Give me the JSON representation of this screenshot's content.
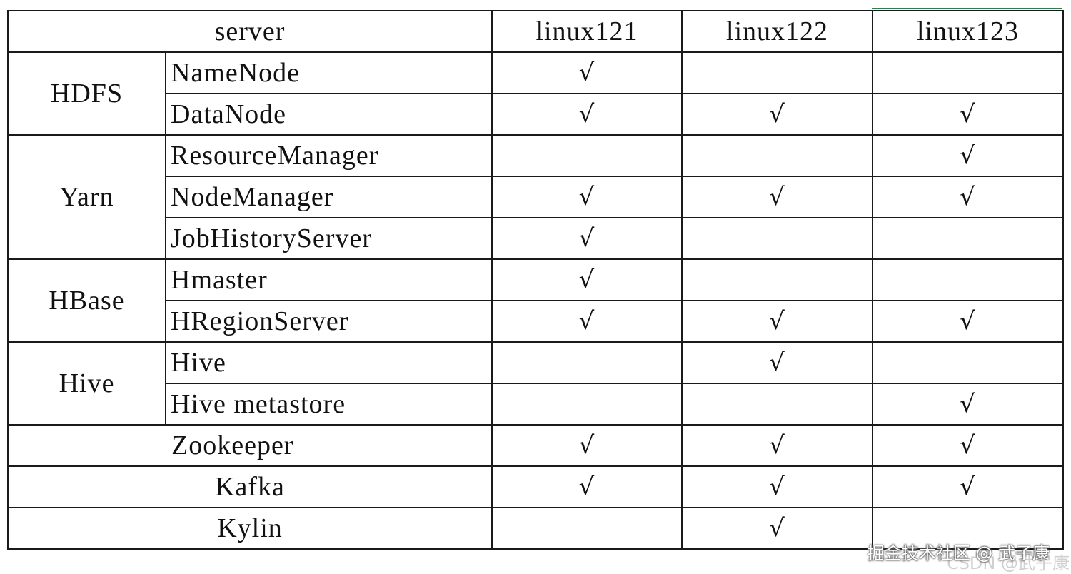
{
  "header": {
    "server": "server",
    "hosts": [
      "linux121",
      "linux122",
      "linux123"
    ]
  },
  "check_mark": "√",
  "groups": [
    {
      "name": "HDFS",
      "items": [
        "NameNode",
        "DataNode"
      ]
    },
    {
      "name": "Yarn",
      "items": [
        "ResourceManager",
        "NodeManager",
        "JobHistoryServer"
      ]
    },
    {
      "name": "HBase",
      "items": [
        "Hmaster",
        "HRegionServer"
      ]
    },
    {
      "name": "Hive",
      "items": [
        "Hive",
        "Hive metastore"
      ]
    }
  ],
  "standalone": {
    "zookeeper": "Zookeeper",
    "kafka": "Kafka",
    "kylin": "Kylin"
  },
  "watermark": "掘金技术社区 @ 武子康",
  "watermark_ghost": "CSDN @武子康"
}
